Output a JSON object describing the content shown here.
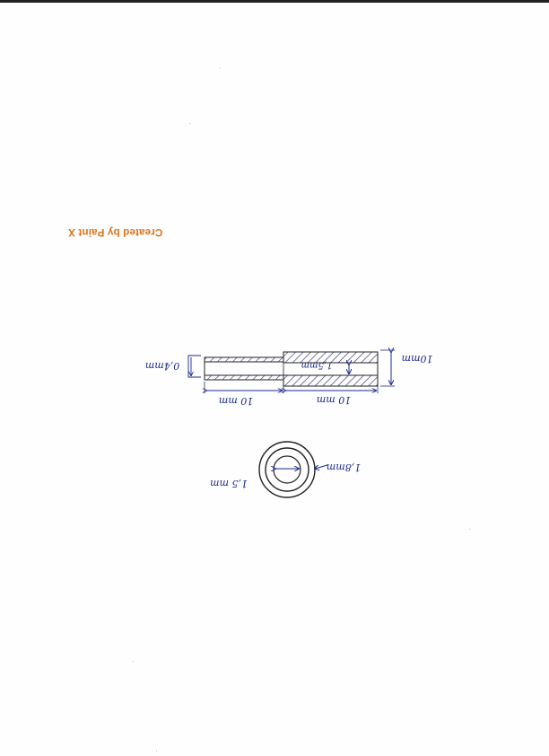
{
  "watermark": {
    "text": "Created by Paint X",
    "color": "#d9731a"
  },
  "diagram": {
    "ink_color": "#1c2a8c",
    "labels": {
      "thin_section_thickness": "0,4mm",
      "inner_channel": "1,5mm",
      "overall_height": "10mm",
      "left_length": "10 mm",
      "right_length": "10 mm",
      "inner_diameter": "1,5 mm",
      "outer_diameter": "1,8mm"
    }
  }
}
